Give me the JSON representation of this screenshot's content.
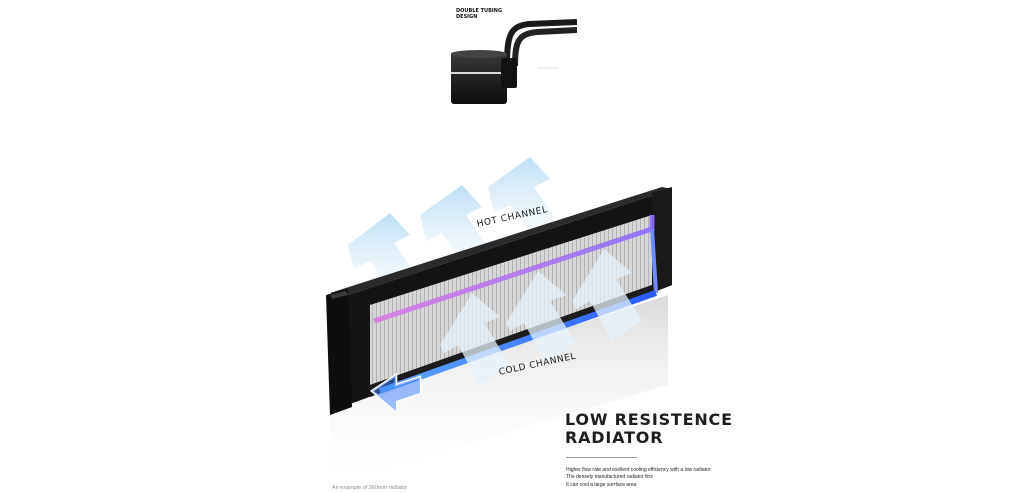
{
  "top_panel": {
    "heading_lines": [
      "DOUBLE TUBING",
      "DESIGN"
    ],
    "description": "",
    "callout": "",
    "icon": "aio-pump-with-tubing"
  },
  "hero": {
    "hot_channel": "HOT CHANNEL",
    "cold_channel": "COLD CHANNEL",
    "icons": [
      "radiator",
      "airflow-arrow",
      "coolant-flow-arrow"
    ],
    "colors": {
      "hot": "#c76bd6",
      "cold": "#3d7bff",
      "airflow": "#bfe0f5",
      "frame": "#1c1c1c"
    }
  },
  "feature": {
    "title_lines": [
      "LOW RESISTENCE",
      "RADIATOR"
    ],
    "lines": [
      "Higher flow rate and exellent cooling efficiency with a low radiator",
      "The densely manufactured radiator fins",
      "It can cool a large surrface area"
    ]
  },
  "caption": "An example of 360mm radiator"
}
